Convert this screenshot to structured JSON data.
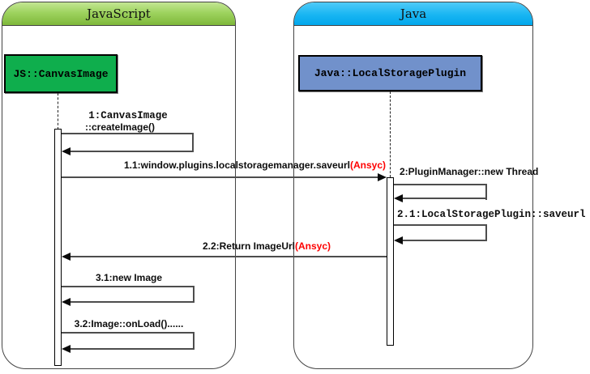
{
  "diagram_type": "uml-sequence-diagram",
  "frames": [
    {
      "title": "JavaScript"
    },
    {
      "title": "Java"
    }
  ],
  "participants": [
    {
      "label": "JS::CanvasImage"
    },
    {
      "label": "Java::LocalStoragePlugin"
    }
  ],
  "messages": {
    "m1": {
      "line1": "1:CanvasImage",
      "line2": "::createImage()",
      "type": "self"
    },
    "m1_1": {
      "text": "1.1:window.plugins.localstoragemanager.saveurl",
      "tag": "(Ansyc)",
      "type": "call-right"
    },
    "m2": {
      "text": "2:PluginManager::new Thread",
      "type": "self"
    },
    "m2_1": {
      "text": "2.1:LocalStoragePlugin::saveurl",
      "type": "self"
    },
    "m2_2": {
      "text": "2.2:Return ImageUrl",
      "tag": "(Ansyc)",
      "type": "return-left"
    },
    "m3_1": {
      "text": "3.1:new Image",
      "type": "self"
    },
    "m3_2": {
      "text": "3.2:Image::onLoad()......",
      "type": "self"
    }
  },
  "colors": {
    "frame_border": "#444444",
    "javascript_header_top": "#c3e693",
    "javascript_header_bottom": "#7eb83a",
    "java_header_top": "#4fcbf8",
    "java_header_bottom": "#02a7ec",
    "js_box_fill": "#0fae4d",
    "java_box_fill": "#7191cb",
    "message_line": "#4d4d4d",
    "async_tag": "#fe0000"
  }
}
